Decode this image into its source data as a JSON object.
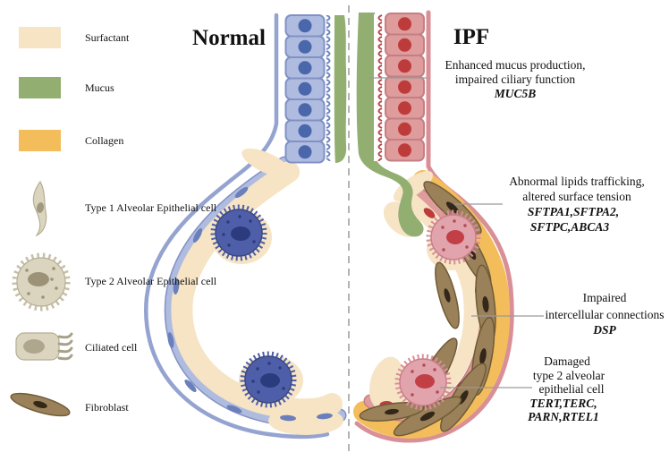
{
  "titles": {
    "normal": "Normal",
    "ipf": "IPF"
  },
  "legend": {
    "items": [
      {
        "id": "surfactant",
        "label": "Surfactant"
      },
      {
        "id": "mucus",
        "label": "Mucus"
      },
      {
        "id": "collagen",
        "label": "Collagen"
      },
      {
        "id": "type1-aec",
        "label": "Type 1 Alveolar Epithelial cell"
      },
      {
        "id": "type2-aec",
        "label": "Type 2 Alveolar Epithelial cell"
      },
      {
        "id": "ciliated-cell",
        "label": "Ciliated cell"
      },
      {
        "id": "fibroblast",
        "label": "Fibroblast"
      }
    ]
  },
  "annotations": [
    {
      "lines": [
        "Enhanced mucus production,",
        "impaired ciliary function"
      ],
      "genes": [
        "MUC5B"
      ]
    },
    {
      "lines": [
        "Abnormal lipids trafficking,",
        "altered surface tension"
      ],
      "genes": [
        "SFTPA1,SFTPA2,",
        "SFTPC,ABCA3"
      ]
    },
    {
      "lines": [
        "Impaired",
        "intercellular connections"
      ],
      "genes": [
        "DSP"
      ]
    },
    {
      "lines": [
        "Damaged",
        "type 2 alveolar",
        "epithelial cell"
      ],
      "genes": [
        "TERT,TERC,",
        "PARN,RTEL1"
      ]
    }
  ],
  "colors": {
    "surfactant": "#F6E4C4",
    "mucus": "#92AE71",
    "collagen": "#F3BD5B",
    "normal_cell": "#AFBCE0",
    "normal_cell_edge": "#8191C4",
    "normal_nucleus": "#4A67AC",
    "normal_outline": "#94A3CF",
    "normal_type2": "#4F5EA9",
    "ipf_cell": "#DE9C9C",
    "ipf_cell_edge": "#C47F84",
    "ipf_nucleus": "#BE3B3B",
    "ipf_outline": "#D98F97",
    "ipf_type2": "#E1A3AC",
    "fibroblast": "#9A8159",
    "fibroblast_edge": "#6F5B36",
    "fibroblast_nucleus": "#33271A",
    "leader_line": "#9a9a9a",
    "separator": "#b3b3b3"
  }
}
